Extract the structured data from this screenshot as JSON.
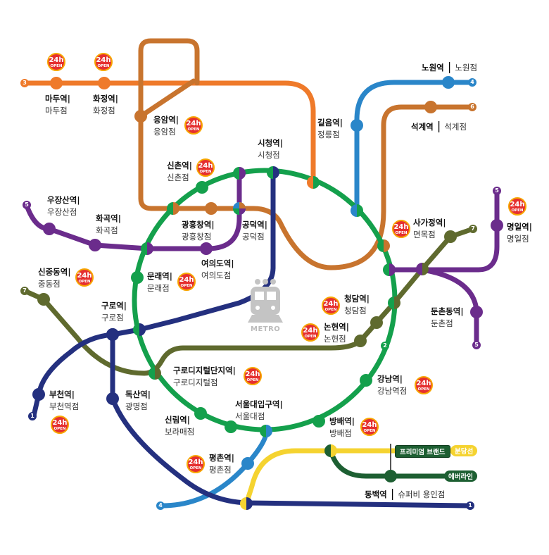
{
  "badge": {
    "hours": "24h",
    "open": "OPEN"
  },
  "logo": "METRO",
  "line_colors": {
    "line1": "#24307f",
    "line2": "#14a04c",
    "line3": "#ef7a2a",
    "line4": "#2a86c9",
    "line5": "#6b2c8c",
    "line6": "#c8742e",
    "line7": "#5f6a2e",
    "bundang": "#f5d330",
    "everline": "#1d5f32"
  },
  "line_endpoints": {
    "line3": "3",
    "line4_nowon": "4",
    "line6": "6",
    "line5_top": "5",
    "line7_top": "7",
    "line5_west": "5",
    "line7_west": "7",
    "line5_east": "5",
    "line2": "2",
    "line1_west": "1",
    "line4_south": "4",
    "line1_east": "1"
  },
  "line_tags": {
    "premium": "프리미엄 브랜드",
    "bundang": "분당선",
    "everline": "에버라인"
  },
  "stations": {
    "madu": {
      "name": "마두역|",
      "store": "마두점"
    },
    "hwajeong": {
      "name": "화정역|",
      "store": "화정점"
    },
    "eungam": {
      "name": "응암역|",
      "store": "응암점"
    },
    "sinchon": {
      "name": "신촌역|",
      "store": "신촌점"
    },
    "cityhall": {
      "name": "시청역|",
      "store": "시청점"
    },
    "gireum": {
      "name": "길음역|",
      "store": "정릉점"
    },
    "nowon": {
      "name": "노원역",
      "store": "노원점"
    },
    "seokgye": {
      "name": "석계역",
      "store": "석계점"
    },
    "ujangsan": {
      "name": "우장산역|",
      "store": "우장산점"
    },
    "hwagok": {
      "name": "화곡역|",
      "store": "화곡점"
    },
    "gwangheungchang": {
      "name": "광흥창역|",
      "store": "광흥창점"
    },
    "gongdeok": {
      "name": "공덕역|",
      "store": "공덕점"
    },
    "sagajeong": {
      "name": "사가정역|",
      "store": "면목점"
    },
    "myeongil": {
      "name": "명일역|",
      "store": "명일점"
    },
    "yeouido": {
      "name": "여의도역|",
      "store": "여의도점"
    },
    "mullae": {
      "name": "문래역|",
      "store": "문래점"
    },
    "sinjungdong": {
      "name": "신중동역|",
      "store": "중동점"
    },
    "guro": {
      "name": "구로역|",
      "store": "구로점"
    },
    "cheongdam": {
      "name": "청담역|",
      "store": "청담점"
    },
    "nonhyeon": {
      "name": "논현역|",
      "store": "논현점"
    },
    "dunchondong": {
      "name": "둔촌동역|",
      "store": "둔촌점"
    },
    "gurodigital": {
      "name": "구로디지털단지역|",
      "store": "구로디지털점"
    },
    "bucheon": {
      "name": "부천역|",
      "store": "부천역점"
    },
    "doksan": {
      "name": "독산역|",
      "store": "광명점"
    },
    "gangnam": {
      "name": "강남역|",
      "store": "강남역점"
    },
    "sillim": {
      "name": "신림역|",
      "store": "보라매점"
    },
    "snu": {
      "name": "서울대입구역|",
      "store": "서울대점"
    },
    "bangbae": {
      "name": "방배역|",
      "store": "방배점"
    },
    "pyeongchon": {
      "name": "평촌역|",
      "store": "평촌점"
    },
    "dongbaek": {
      "name": "동백역",
      "store": "슈퍼비 용인점"
    }
  }
}
